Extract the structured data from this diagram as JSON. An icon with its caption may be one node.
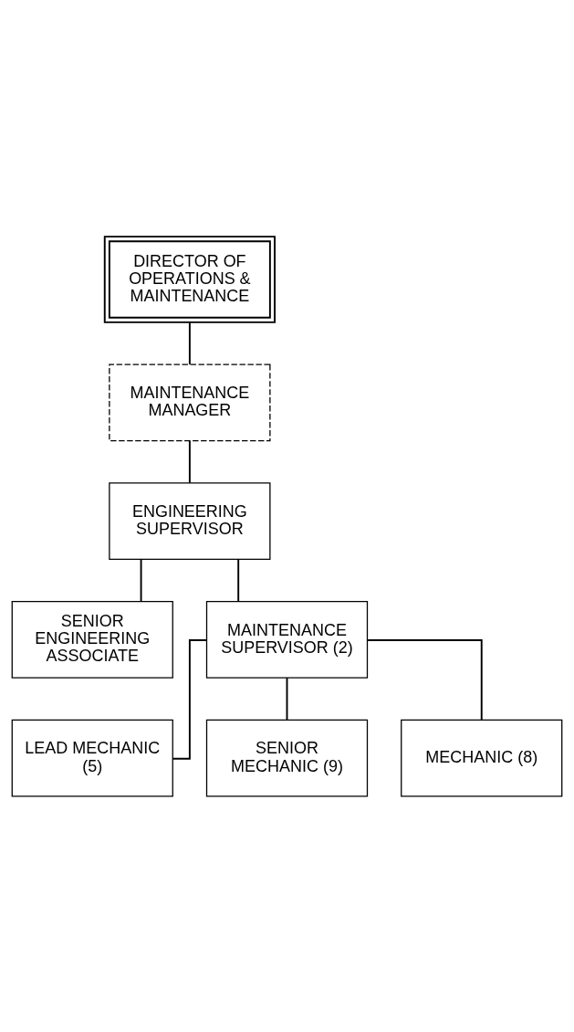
{
  "diagram": {
    "nodes": [
      {
        "text": [
          "DIRECTOR OF OPERATIONS & MAINTENANCE"
        ]
      },
      {
        "text": [
          "MAINTENANCE MANAGER"
        ]
      },
      {
        "text": [
          "ENGINEERING SUPERVISOR"
        ]
      },
      {
        "text": [
          "SENIOR ENGINEERING ASSOCIATE"
        ]
      },
      {
        "text": [
          "MAINTENANCE SUPERVISOR (2)"
        ]
      },
      {
        "text": [
          "LEAD MECHANIC (5)"
        ]
      },
      {
        "text": [
          "SENIOR MECHANIC (9)"
        ]
      },
      {
        "text": [
          "MECHANIC (8)"
        ]
      }
    ],
    "edges": [
      {
        "from": 0,
        "to": 1,
        "arrow": "none"
      },
      {
        "from": 1,
        "to": 2,
        "arrow": "none"
      },
      {
        "from": 2,
        "to": 4,
        "arrow": "none"
      },
      {
        "from": 2,
        "to": 3,
        "arrow": "none"
      },
      {
        "from": 4,
        "to": 5,
        "arrow": "none"
      },
      {
        "from": 4,
        "to": 6,
        "arrow": "none"
      },
      {
        "from": 4,
        "to": 7,
        "arrow": "none"
      }
    ]
  }
}
